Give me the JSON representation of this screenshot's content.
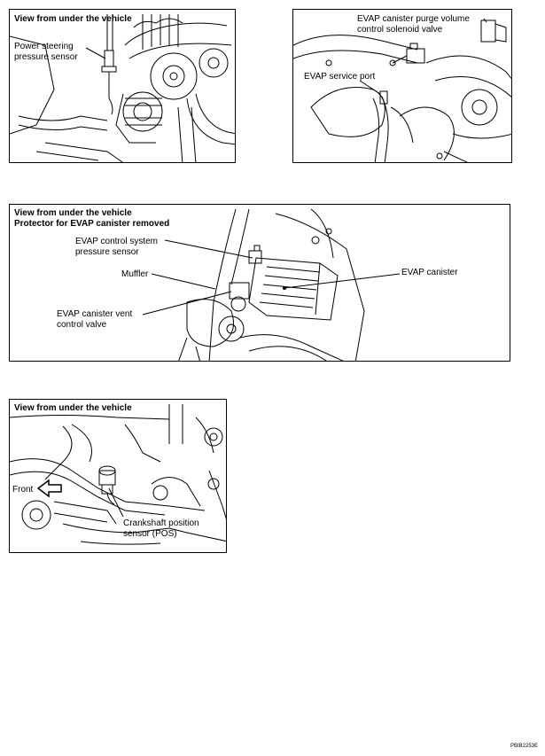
{
  "panel1": {
    "title": "View from under the vehicle",
    "label_1": "Power steering",
    "label_2": "pressure sensor"
  },
  "panel2": {
    "label_1": "EVAP canister purge volume",
    "label_2": "control solenoid valve",
    "label_3": "EVAP service port"
  },
  "panel3": {
    "title_1": "View from under the vehicle",
    "title_2": "Protector for EVAP canister removed",
    "label_sensor_1": "EVAP control system",
    "label_sensor_2": "pressure sensor",
    "label_muffler": "Muffler",
    "label_canister": "EVAP canister",
    "label_vent_1": "EVAP canister vent",
    "label_vent_2": "control valve"
  },
  "panel4": {
    "title": "View from under the vehicle",
    "label_front": "Front",
    "label_ckp_1": "Crankshaft position",
    "label_ckp_2": "sensor (POS)"
  },
  "figure_code": "PBIB2253E",
  "colors": {
    "line": "#000000",
    "background": "#ffffff"
  },
  "icons": [
    "front-arrow-icon"
  ]
}
